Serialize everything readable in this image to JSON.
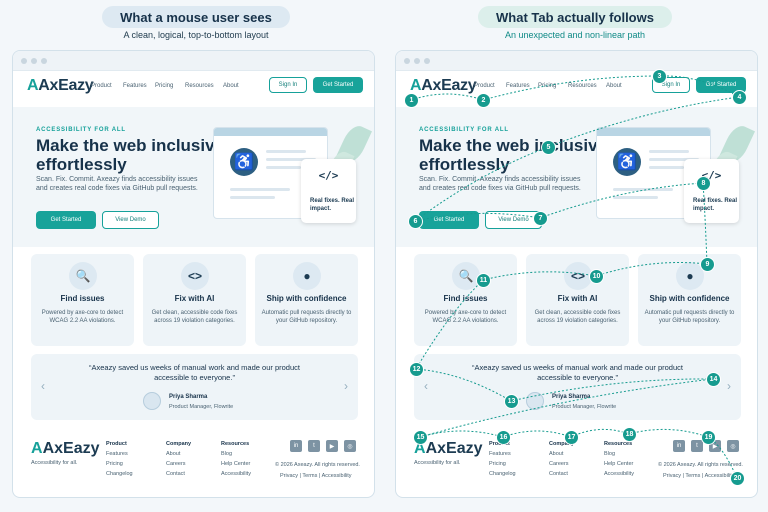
{
  "headers": {
    "left_title": "What a mouse user sees",
    "left_subtitle": "A clean, logical, top-to-bottom layout",
    "right_title": "What Tab actually follows",
    "right_subtitle": "An unexpected and non-linear path"
  },
  "site": {
    "logo": "AxEazy",
    "nav": [
      "Product",
      "Features",
      "Pricing",
      "Resources",
      "About"
    ],
    "sign_in": "Sign In",
    "get_started": "Get Started",
    "eyebrow": "ACCESSIBILITY FOR ALL",
    "headline": "Make the web inclusive, effortlessly",
    "hero_text": "Scan. Fix. Commit. Axeazy finds accessibility issues and creates real code fixes via GitHub pull requests.",
    "cta_primary": "Get Started",
    "cta_secondary": "View Demo",
    "code_symbol": "</>",
    "code_card_text": "Real fixes. Real impact.",
    "features": [
      {
        "icon": "search-icon",
        "glyph": "🔍",
        "title": "Find issues",
        "desc": "Powered by axe-core to detect WCAG 2.2 AA violations."
      },
      {
        "icon": "code-icon",
        "glyph": "<>",
        "title": "Fix with AI",
        "desc": "Get clean, accessible code fixes across 19 violation categories."
      },
      {
        "icon": "github-icon",
        "glyph": "●",
        "title": "Ship with confidence",
        "desc": "Automatic pull requests directly to your GitHub repository."
      }
    ],
    "testimonial": {
      "quote": "“Axeazy saved us weeks of manual work and made our product accessible to everyone.”",
      "name": "Priya Sharma",
      "role": "Product Manager, Flowrite"
    },
    "footer": {
      "tagline": "Accessibility for all.",
      "product": {
        "title": "Product",
        "links": [
          "Features",
          "Pricing",
          "Changelog"
        ]
      },
      "company": {
        "title": "Company",
        "links": [
          "About",
          "Careers",
          "Contact"
        ]
      },
      "resources": {
        "title": "Resources",
        "links": [
          "Blog",
          "Help Center",
          "Accessibility"
        ]
      },
      "social": [
        "in",
        "t",
        "▶",
        "◎"
      ],
      "copyright": "© 2026 Axeazy. All rights reserved.",
      "legal": "Privacy  |  Terms  |  Accessibility"
    }
  },
  "tab_order": [
    "1",
    "2",
    "3",
    "4",
    "5",
    "6",
    "7",
    "8",
    "9",
    "10",
    "11",
    "12",
    "13",
    "14",
    "15",
    "16",
    "17",
    "18",
    "19",
    "20"
  ],
  "colors": {
    "accent": "#18a39a",
    "badge": "#169b8f",
    "text": "#17324a"
  }
}
